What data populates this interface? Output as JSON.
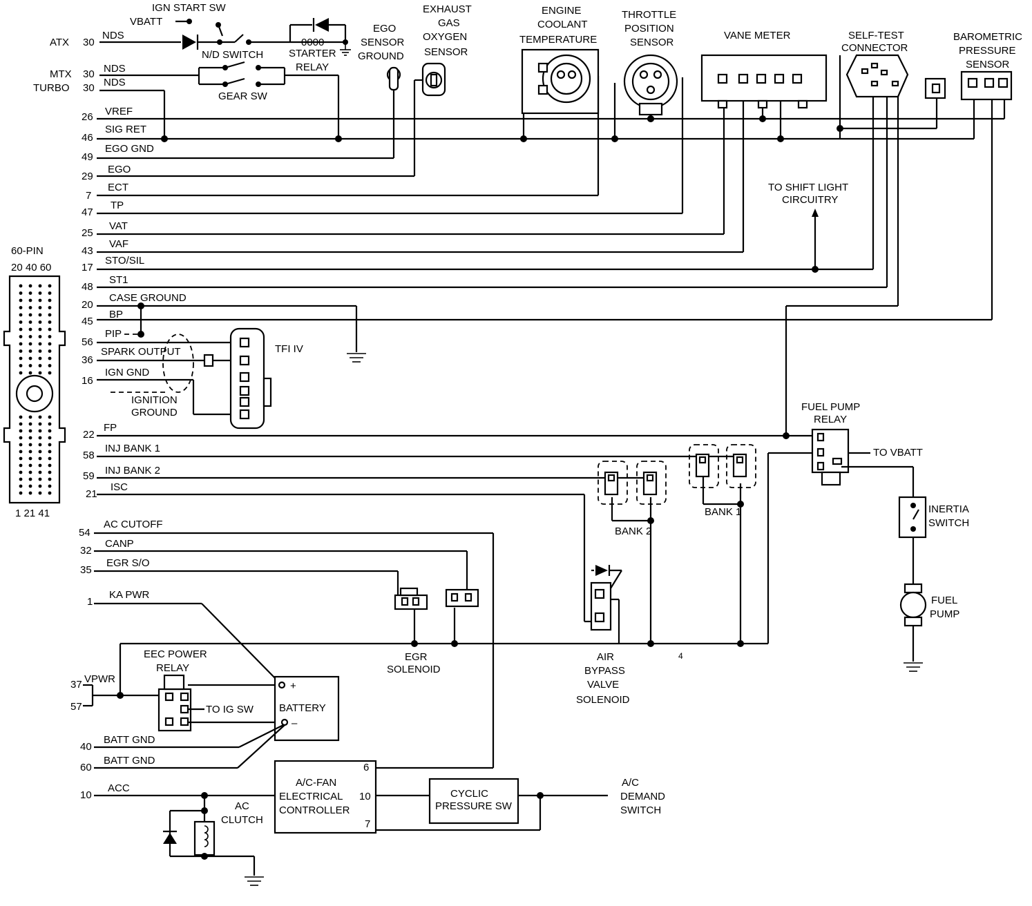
{
  "pcm": {
    "title": "60-PIN",
    "top_pins": "20 40 60",
    "bottom_pins": "1 21 41"
  },
  "wires": [
    {
      "id": "atx30",
      "num": "30",
      "label": "NDS",
      "side": "ATX"
    },
    {
      "id": "mtx30",
      "num": "30",
      "label": "NDS",
      "side": "MTX"
    },
    {
      "id": "turbo30",
      "num": "30",
      "label": "NDS",
      "side": "TURBO"
    },
    {
      "id": "w26",
      "num": "26",
      "label": "VREF"
    },
    {
      "id": "w46",
      "num": "46",
      "label": "SIG RET"
    },
    {
      "id": "w49",
      "num": "49",
      "label": "EGO GND"
    },
    {
      "id": "w29",
      "num": "29",
      "label": "EGO"
    },
    {
      "id": "w7",
      "num": "7",
      "label": "ECT"
    },
    {
      "id": "w47",
      "num": "47",
      "label": "TP"
    },
    {
      "id": "w25",
      "num": "25",
      "label": "VAT"
    },
    {
      "id": "w43",
      "num": "43",
      "label": "VAF"
    },
    {
      "id": "w17",
      "num": "17",
      "label": "STO/SIL"
    },
    {
      "id": "w48",
      "num": "48",
      "label": "ST1"
    },
    {
      "id": "w20",
      "num": "20",
      "label": "CASE GROUND"
    },
    {
      "id": "w45",
      "num": "45",
      "label": "BP"
    },
    {
      "id": "w56",
      "num": "56",
      "label": "PIP"
    },
    {
      "id": "w36",
      "num": "36",
      "label": "SPARK OUTPUT"
    },
    {
      "id": "w16",
      "num": "16",
      "label": "IGN GND"
    },
    {
      "id": "w22",
      "num": "22",
      "label": "FP"
    },
    {
      "id": "w58",
      "num": "58",
      "label": "INJ BANK 1"
    },
    {
      "id": "w59",
      "num": "59",
      "label": "INJ BANK 2"
    },
    {
      "id": "w21",
      "num": "21",
      "label": "ISC"
    },
    {
      "id": "w54",
      "num": "54",
      "label": "AC CUTOFF"
    },
    {
      "id": "w32",
      "num": "32",
      "label": "CANP"
    },
    {
      "id": "w35",
      "num": "35",
      "label": "EGR S/O"
    },
    {
      "id": "w1",
      "num": "1",
      "label": "KA PWR"
    },
    {
      "id": "w37",
      "num": "37",
      "label": "VPWR"
    },
    {
      "id": "w57",
      "num": "57",
      "label": ""
    },
    {
      "id": "w40",
      "num": "40",
      "label": "BATT GND"
    },
    {
      "id": "w60",
      "num": "60",
      "label": "BATT GND"
    },
    {
      "id": "w10",
      "num": "10",
      "label": "ACC"
    }
  ],
  "side_labels": {
    "atx": "ATX",
    "mtx": "MTX",
    "turbo": "TURBO"
  },
  "components": {
    "ign_start_sw": "IGN START SW",
    "vbatt": "VBATT",
    "nd_switch": "N/D SWITCH",
    "gear_sw": "GEAR SW",
    "starter_relay": "STARTER RELAY",
    "starter_coil": "0000",
    "ego_sensor_ground": [
      "EGO",
      "SENSOR",
      "GROUND"
    ],
    "exhaust_sensor": [
      "EXHAUST",
      "GAS",
      "OXYGEN",
      "SENSOR"
    ],
    "ect_sensor": [
      "ENGINE",
      "COOLANT",
      "TEMPERATURE"
    ],
    "tp_sensor": [
      "THROTTLE",
      "POSITION",
      "SENSOR"
    ],
    "vane_meter": "VANE METER",
    "self_test": [
      "SELF-TEST",
      "CONNECTOR"
    ],
    "baro_sensor": [
      "BAROMETRIC",
      "PRESSURE",
      "SENSOR"
    ],
    "shift_light": [
      "TO SHIFT LIGHT",
      "CIRCUITRY"
    ],
    "tfi": "TFI IV",
    "ignition_ground": [
      "IGNITION",
      "GROUND"
    ],
    "fuel_pump_relay": [
      "FUEL PUMP",
      "RELAY"
    ],
    "to_vbatt": "TO VBATT",
    "inertia_switch": [
      "INERTIA",
      "SWITCH"
    ],
    "fuel_pump": [
      "FUEL",
      "PUMP"
    ],
    "bank1": "BANK 1",
    "bank2": "BANK 2",
    "egr_solenoid": [
      "EGR",
      "SOLENOID"
    ],
    "air_bypass": [
      "AIR",
      "BYPASS",
      "VALVE",
      "SOLENOID"
    ],
    "eec_relay": [
      "EEC POWER",
      "RELAY"
    ],
    "to_ig_sw": "TO IG SW",
    "battery": "BATTERY",
    "batt_plus": "+",
    "batt_minus": "–",
    "ac_controller": [
      "A/C-FAN",
      "ELECTRICAL",
      "CONTROLLER"
    ],
    "ac_pin6": "6",
    "ac_pin10": "10",
    "ac_pin7": "7",
    "cyclic_sw": [
      "CYCLIC",
      "PRESSURE SW"
    ],
    "ac_demand": [
      "A/C",
      "DEMAND",
      "SWITCH"
    ],
    "ac_clutch": [
      "AC",
      "CLUTCH"
    ],
    "stray_mark": "4"
  }
}
